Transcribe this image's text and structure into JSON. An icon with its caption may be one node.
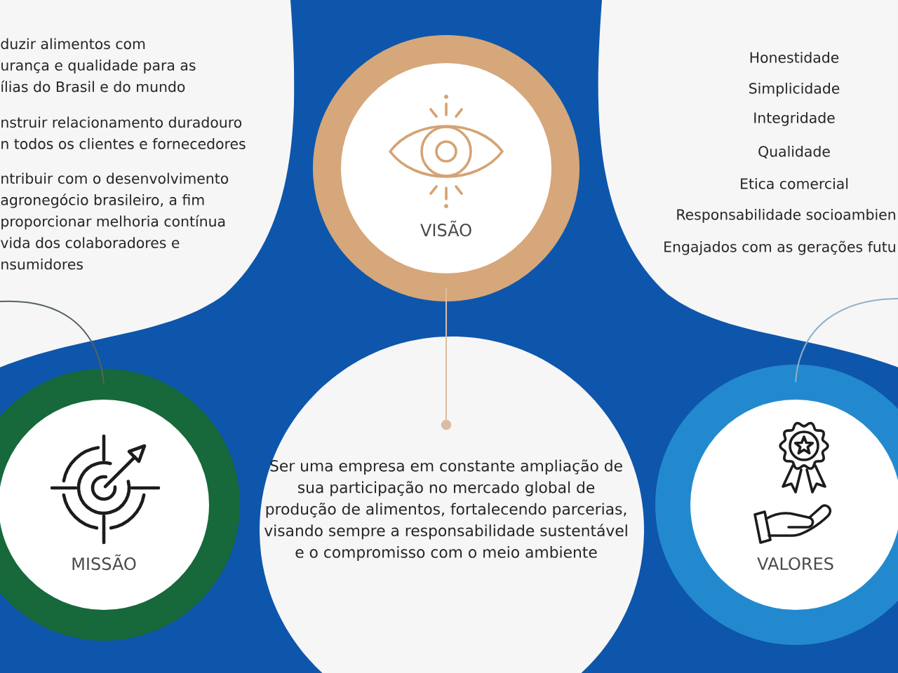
{
  "diagram": {
    "nodes": [
      {
        "text": [
          "VISÃO"
        ]
      },
      {
        "text": [
          "MISSÃO"
        ]
      },
      {
        "text": [
          "Ser uma empresa em constante ampliação de sua participação no mercado global de produção de alimentos, fortalecendo parcerias, visando sempre a responsabilidade sustentável e o compromisso com o meio ambiente"
        ]
      },
      {
        "text": [
          "VALORES"
        ]
      }
    ],
    "edges": [
      {
        "from": 0,
        "to": 2,
        "arrow": "other",
        "color": "#dcbca4"
      },
      {
        "from": null,
        "to": 1,
        "arrow": "none",
        "color": "#55635e"
      },
      {
        "from": null,
        "to": 3,
        "arrow": "none",
        "color": "#8fb0c8"
      }
    ],
    "labels": [
      "duzir alimentos com urança e qualidade para as ílias do Brasil e do mundo",
      "nstruir relacionamento duradouro n todos os clientes e fornecedores",
      "ntribuir com o desenvolvimento agronegócio brasileiro, a fim proporcionar melhoria contínua vida dos colaboradores e nsumidores",
      "Honestidade",
      "Simplicidade",
      "Integridade",
      "Qualidade",
      "Etica comercial",
      "Responsabilidade socioambien",
      "Engajados com as gerações futu"
    ]
  }
}
